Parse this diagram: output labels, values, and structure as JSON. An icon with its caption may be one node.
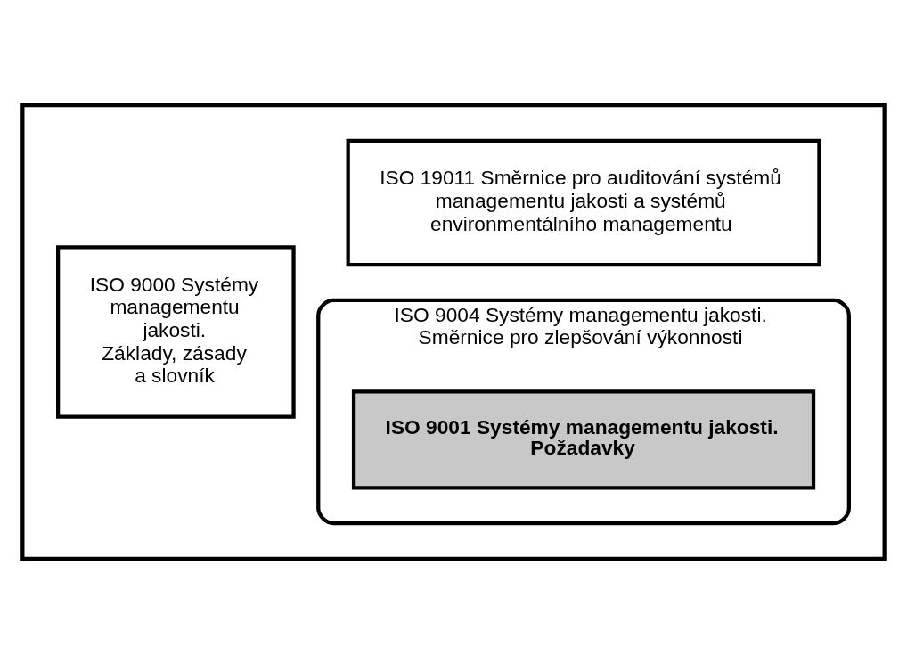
{
  "diagram": {
    "nodes": [
      {
        "text": [],
        "shape": "box"
      },
      {
        "text": [
          "ISO 9000 Systémy managementu jakosti. Základy, zásady a slovník"
        ],
        "in": 0
      },
      {
        "text": [
          "ISO 9004 Systémy managementu jakosti. Směrnice pro zlepšování výkonnosti"
        ],
        "in": 0
      },
      {
        "text": [
          "ISO 9001 Systémy managementu jakosti. Požadavky"
        ],
        "in": 2
      },
      {
        "text": [
          "ISO 19011 Směrnice pro auditování systémů managementu jakosti a systémů environmentálního managementu"
        ],
        "in": 0
      }
    ],
    "edges": []
  }
}
